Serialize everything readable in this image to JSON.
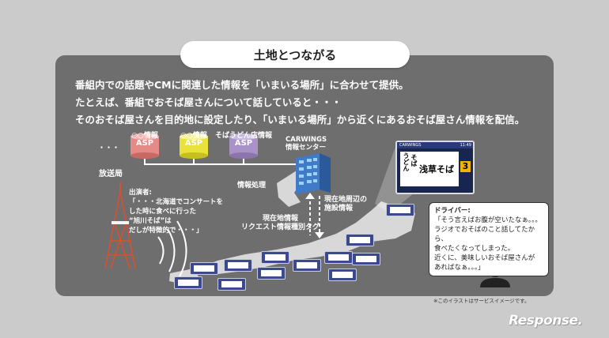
{
  "title": "土地とつながる",
  "intro": [
    "番組内での話題やCMに関連した情報を「いまいる場所」に合わせて提供。",
    "たとえば、番組でおそば屋さんについて話していると・・・",
    "そのおそば屋さんを目的地に設定したり、「いまいる場所」から近くにあるおそば屋さん情報を配信。"
  ],
  "dots": "・・・",
  "asps": [
    {
      "name": "○○情報",
      "tag": "ASP",
      "color": "#e58a86"
    },
    {
      "name": "○○情報",
      "tag": "ASP",
      "color": "#e8e23b"
    },
    {
      "name": "そばうどん店情報",
      "tag": "ASP",
      "color": "#a992c8"
    }
  ],
  "center": {
    "name": "CARWINGS",
    "sub": "情報センター"
  },
  "broadcast": "放送局",
  "processing": "情報処理",
  "request": "現在地情報\nリクエスト情報種別タグ",
  "facilities": "現在地周辺の\n施設情報",
  "performer": {
    "label": "出演者:",
    "lines": [
      "「・・・北海道でコンサートを",
      "した時に食べに行った",
      "“旭川そば”は",
      "だしが特徴的で・・・」"
    ]
  },
  "driver": {
    "label": "ドライバー:",
    "lines": [
      "「そう言えばお腹が空いたなぁ。。。",
      "ラジオでおそばのこと話してたから、",
      "食べたくなってしまった。",
      "近くに、美味しいおそば屋さんが",
      "あればなぁ。。。」"
    ]
  },
  "nav": {
    "brand": "CARWINGS",
    "time": "11:49",
    "vertical": "うどん",
    "vertical2": "そば",
    "shop": "浅草そば",
    "number": "3"
  },
  "note": "※このイラストはサービスイメージです。",
  "watermark": "Response."
}
